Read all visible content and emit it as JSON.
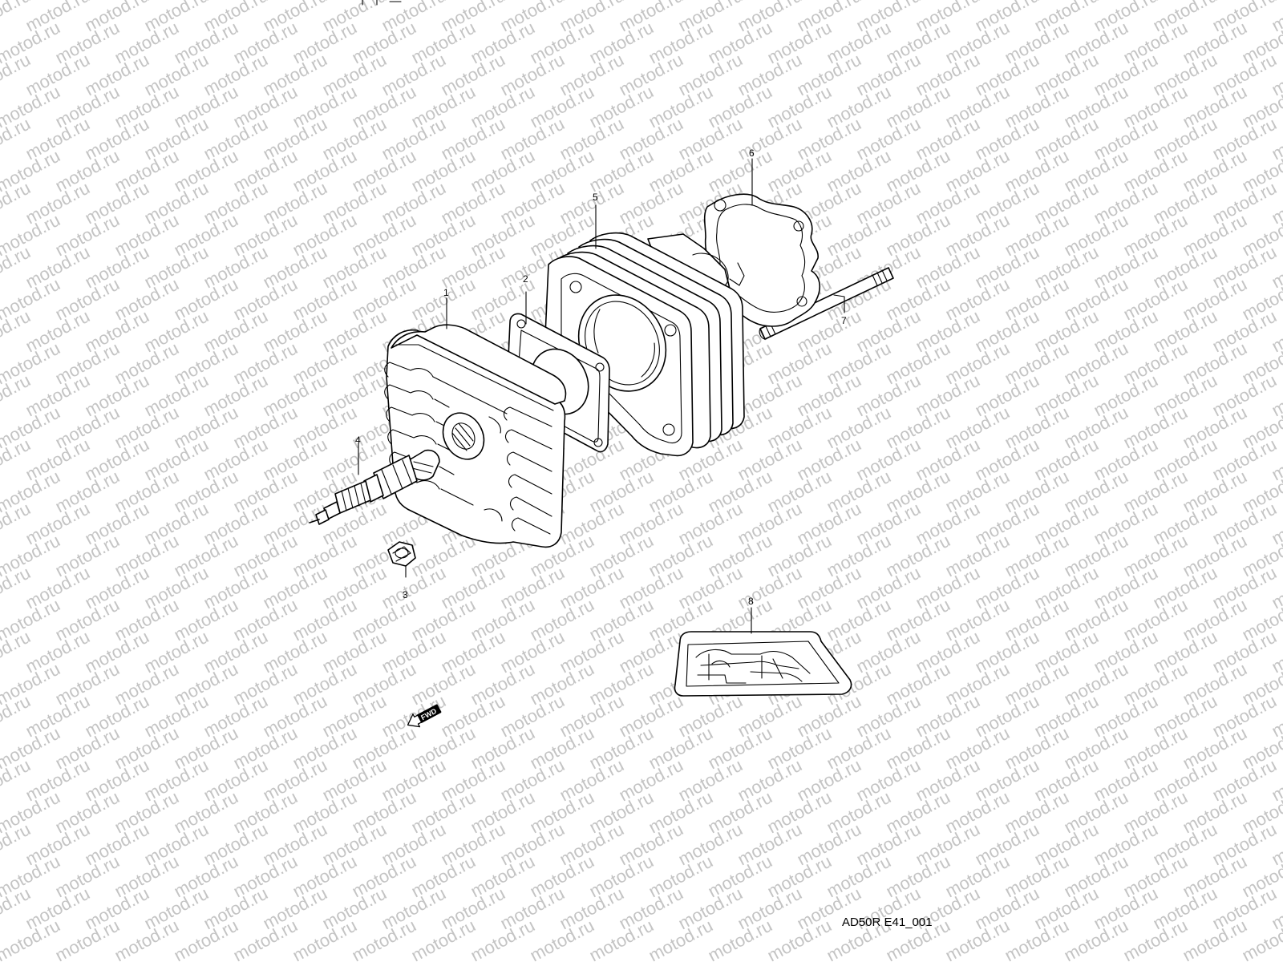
{
  "watermark": {
    "text": "motod.ru"
  },
  "callouts": [
    {
      "id": "1",
      "label": "1"
    },
    {
      "id": "2",
      "label": "2"
    },
    {
      "id": "3",
      "label": "3"
    },
    {
      "id": "4",
      "label": "4"
    },
    {
      "id": "5",
      "label": "5"
    },
    {
      "id": "6",
      "label": "6"
    },
    {
      "id": "7",
      "label": "7"
    },
    {
      "id": "8",
      "label": "8"
    }
  ],
  "direction_marker": {
    "label": "FWD",
    "icon": "fwd-arrow-icon"
  },
  "diagram_code": "AD50R E41_001"
}
